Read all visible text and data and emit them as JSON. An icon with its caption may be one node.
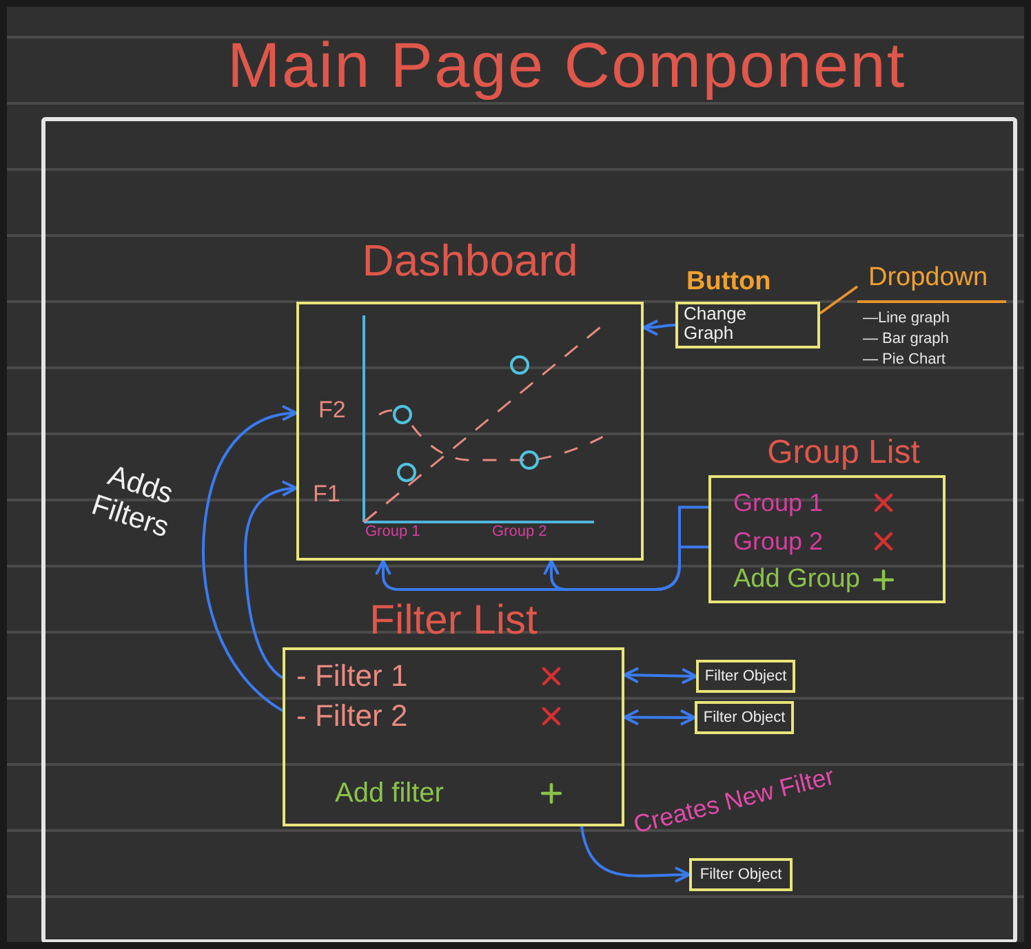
{
  "diagram": {
    "title": "Main Page Component",
    "nodes": [
      {
        "text": [],
        "shape": "box"
      },
      {
        "text": [
          "Dashboard",
          "F2",
          "F1",
          "Group 1",
          "Group 2"
        ],
        "in": 0
      },
      {
        "text": [
          "Button",
          "Change Graph"
        ],
        "in": 0
      },
      {
        "text": [
          "Dropdown",
          "—Line graph",
          "— Bar graph",
          "— Pie Chart"
        ],
        "in": 0
      },
      {
        "text": [
          "Group List",
          "Group 1",
          "Group 2",
          "Add Group"
        ],
        "in": 0
      },
      {
        "text": [
          "Filter List",
          "- Filter 1",
          "- Filter 2",
          "Add filter"
        ],
        "in": 0
      },
      {
        "text": [
          "Filter Object"
        ],
        "in": 0
      },
      {
        "text": [
          "Filter Object"
        ],
        "in": 0
      },
      {
        "text": [
          "Filter Object"
        ],
        "in": 0
      }
    ],
    "edges": [
      {
        "from": 2,
        "to": 1,
        "arrow": "to"
      },
      {
        "from": 2,
        "to": 3,
        "arrow": "none",
        "color": "#e8922e"
      },
      {
        "from": 4,
        "to": 1,
        "arrow": "to"
      },
      {
        "from": 4,
        "to": 1,
        "arrow": "to"
      },
      {
        "from": 5,
        "to": 1,
        "arrow": "to",
        "label": "Adds Filters"
      },
      {
        "from": 5,
        "to": 1,
        "arrow": "to"
      },
      {
        "from": 5,
        "to": 6,
        "arrow": "both"
      },
      {
        "from": 5,
        "to": 7,
        "arrow": "both"
      },
      {
        "from": 5,
        "to": 8,
        "arrow": "to",
        "label": "Creates New Filter"
      }
    ]
  }
}
